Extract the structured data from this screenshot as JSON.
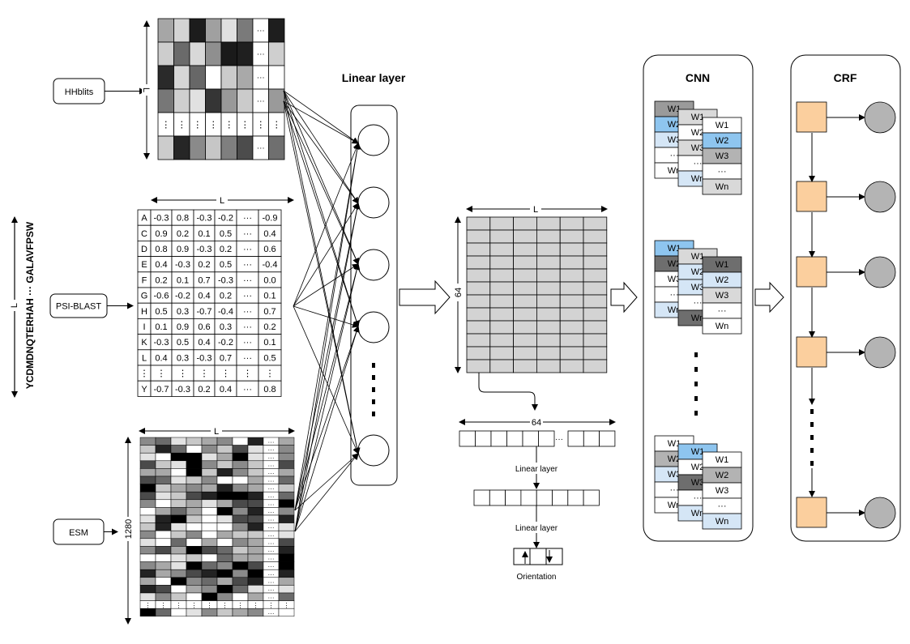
{
  "inputs": {
    "sequence": "YCDMDNQTERHAH ··· GALAVFPSW",
    "sequence_length_label": "L",
    "hhblits": "HHblits",
    "psiblast": "PSI-BLAST",
    "esm": "ESM"
  },
  "hhblits_matrix": {
    "length_label": "L",
    "ellipsis": "···",
    "vdots": "⋮",
    "shades": [
      [
        "#a6a6a6",
        "#d4d4d4",
        "#1c1c1c",
        "#a0a0a0",
        "#e0e0e0",
        "#7a7a7a",
        "#ffffff",
        "#1e1e1e"
      ],
      [
        "#cdcdcd",
        "#6a6a6a",
        "#d8d8d8",
        "#8f8f8f",
        "#1a1a1a",
        "#1f1f1f",
        "#bdbdbd",
        "#cfcfcf"
      ],
      [
        "#2a2a2a",
        "#d6d6d6",
        "#676767",
        "#ffffff",
        "#cbcbcb",
        "#a9a9a9",
        "#787878",
        "#ffffff"
      ],
      [
        "#777777",
        "#cfcfcf",
        "#e1e1e1",
        "#353535",
        "#999999",
        "#cbcbcb",
        "#e2e2e2",
        "#9a9a9a"
      ],
      [
        "#ffffff",
        "#ffffff",
        "#ffffff",
        "#ffffff",
        "#ffffff",
        "#ffffff",
        "#ffffff",
        "#ffffff"
      ],
      [
        "#cccccc",
        "#262626",
        "#8a8a8a",
        "#c6c6c6",
        "#7f7f7f",
        "#4c4c4c",
        "#cfcfcf",
        "#6f6f6f"
      ]
    ]
  },
  "psiblast_matrix": {
    "length_label": "L",
    "ellipsis": "···",
    "vdots": "⋮",
    "rows": [
      [
        "A",
        "-0.3",
        "0.8",
        "-0.3",
        "-0.2",
        "···",
        "-0.9"
      ],
      [
        "C",
        "0.9",
        "0.2",
        "0.1",
        "0.5",
        "···",
        "0.4"
      ],
      [
        "D",
        "0.8",
        "0.9",
        "-0.3",
        "0.2",
        "···",
        "0.6"
      ],
      [
        "E",
        "0.4",
        "-0.3",
        "0.2",
        "0.5",
        "···",
        "-0.4"
      ],
      [
        "F",
        "0.2",
        "0.1",
        "0.7",
        "-0.3",
        "···",
        "0.0"
      ],
      [
        "G",
        "-0.6",
        "-0.2",
        "0.4",
        "0.2",
        "···",
        "0.1"
      ],
      [
        "H",
        "0.5",
        "0.3",
        "-0.7",
        "-0.4",
        "···",
        "0.7"
      ],
      [
        "I",
        "0.1",
        "0.9",
        "0.6",
        "0.3",
        "···",
        "0.2"
      ],
      [
        "K",
        "-0.3",
        "0.5",
        "0.4",
        "-0.2",
        "···",
        "0.1"
      ],
      [
        "L",
        "0.4",
        "0.3",
        "-0.3",
        "0.7",
        "···",
        "0.5"
      ],
      [
        "⋮",
        "⋮",
        "⋮",
        "⋮",
        "⋮",
        "⋮",
        "⋮"
      ],
      [
        "Y",
        "-0.7",
        "-0.3",
        "0.2",
        "0.4",
        "···",
        "0.8"
      ]
    ]
  },
  "esm_matrix": {
    "length_label": "L",
    "height_label": "1280",
    "ellipsis": "···",
    "vdots": "⋮"
  },
  "linear_layer": {
    "title": "Linear layer",
    "dots": "⋮"
  },
  "feature_map": {
    "width_label": "L",
    "height_label": "64"
  },
  "orientation_branch": {
    "vector_label": "64",
    "ellipsis": "···",
    "linear1": "Linear layer",
    "linear2": "Linear layer",
    "output": "Orientation"
  },
  "cnn": {
    "title": "CNN",
    "w1": "W1",
    "w2": "W2",
    "w3": "W3",
    "wn": "Wn",
    "ellipsis": "···",
    "colors": {
      "light_blue": "#d5e6f6",
      "blue": "#8ec5ef",
      "dark_gray": "#6e6e6e",
      "mid_gray": "#b3b3b3",
      "light_gray": "#d9d9d9"
    }
  },
  "crf": {
    "title": "CRF",
    "colors": {
      "square": "#fbcf9e",
      "circle": "#b4b4b4"
    }
  }
}
